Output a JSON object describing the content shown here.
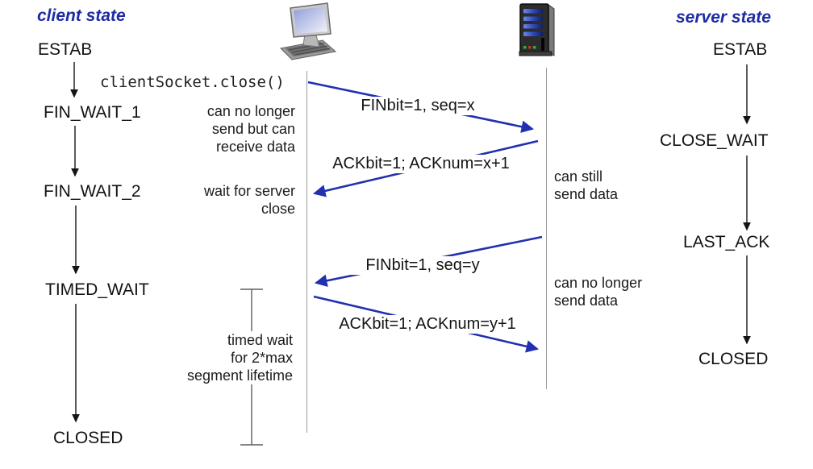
{
  "header": {
    "client": "client state",
    "server": "server state"
  },
  "client": {
    "states": {
      "estab": "ESTAB",
      "fin_wait_1": "FIN_WAIT_1",
      "fin_wait_2": "FIN_WAIT_2",
      "timed_wait": "TIMED_WAIT",
      "closed": "CLOSED"
    },
    "event": "clientSocket.close()",
    "note1": {
      "l1": "can no longer",
      "l2": "send but can",
      "l3": "receive data"
    },
    "note2": {
      "l1": "wait for server",
      "l2": "close"
    },
    "note3": {
      "l1": "timed wait",
      "l2": "for 2*max",
      "l3": "segment lifetime"
    }
  },
  "server": {
    "states": {
      "estab": "ESTAB",
      "close_wait": "CLOSE_WAIT",
      "last_ack": "LAST_ACK",
      "closed": "CLOSED"
    },
    "note1": {
      "l1": "can still",
      "l2": "send data"
    },
    "note2": {
      "l1": "can no longer",
      "l2": "send data"
    }
  },
  "messages": {
    "fin1": "FINbit=1, seq=x",
    "ack1": "ACKbit=1; ACKnum=x+1",
    "fin2": "FINbit=1, seq=y",
    "ack2": "ACKbit=1; ACKnum=y+1"
  },
  "icons": {
    "client": "desktop-computer-icon",
    "server": "server-tower-icon"
  },
  "colors": {
    "header_blue": "#1e2ba6",
    "arrow_blue": "#2130b0",
    "state_black": "#121212",
    "timeline_gray": "#9a9a9a"
  }
}
